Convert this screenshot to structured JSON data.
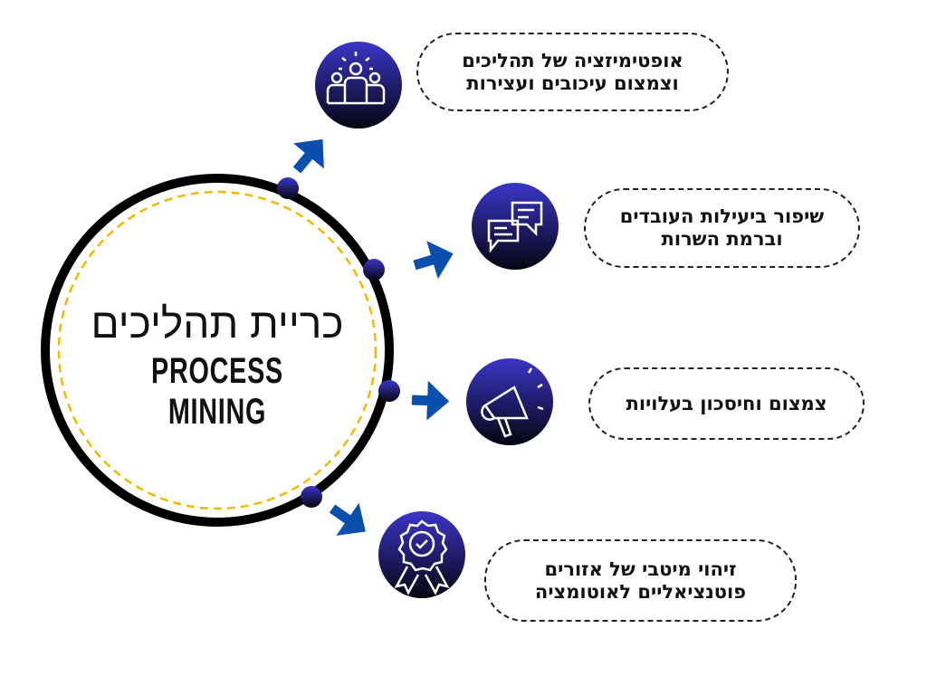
{
  "title": {
    "hebrew": "כריית תהליכים",
    "english": "PROCESS MINING"
  },
  "colors": {
    "ring": "#000000",
    "dashed_ring": "#f5b800",
    "arrow": "#0a4fae",
    "icon_top": "#3a36c8",
    "icon_bottom": "#05050f"
  },
  "items": [
    {
      "icon": "team-idea-icon",
      "text": "אופטימיזציה של תהליכים וצמצום עיכובים ועצירות"
    },
    {
      "icon": "chat-bubbles-icon",
      "text": "שיפור ביעילות העובדים וברמת השרות"
    },
    {
      "icon": "megaphone-icon",
      "text": "צמצום וחיסכון בעלויות"
    },
    {
      "icon": "award-badge-icon",
      "text": "זיהוי מיטבי של אזורים פוטנציאליים לאוטומציה"
    }
  ]
}
